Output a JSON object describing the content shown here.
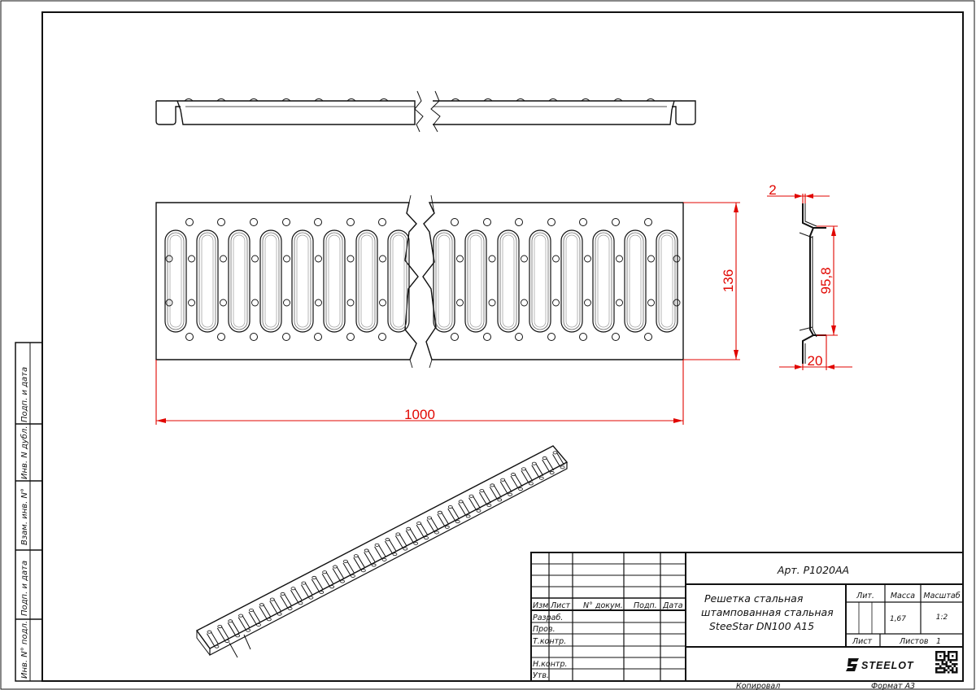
{
  "drawing": {
    "dimensions": {
      "length": "1000",
      "width": "136",
      "thickness": "2",
      "height": "95,8",
      "depth": "20"
    },
    "stamp": {
      "article": "Арт. Р1020АА",
      "title_line1": "Решетка стальная",
      "title_line2": "штампованная стальная",
      "title_line3": "SteeStar DN100 A15",
      "col_izm": "Изм",
      "col_list": "Лист",
      "col_doc": "N° докум.",
      "col_sign": "Подп.",
      "col_date": "Дата",
      "row_razrab": "Разраб.",
      "row_prov": "Пров.",
      "row_tkontr": "Т.контр.",
      "row_nkontr": "Н.контр.",
      "row_utv": "Утв.",
      "lit_label": "Лит.",
      "mass_label": "Масса",
      "scale_label": "Масштаб",
      "mass_value": "1,67",
      "scale_value": "1:2",
      "sheet_label": "Лист",
      "sheets_label": "Листов",
      "sheets_value": "1",
      "company": "STEELOT",
      "copied": "Копировал",
      "format": "Формат А3"
    },
    "side_strip": {
      "podp_data_1": "Подп. и дата",
      "inv_dubl": "Инв. N дубл.",
      "vzam_inv": "Взам. инв. N°",
      "podp_data_2": "Подп. и дата",
      "inv_podl": "Инв. N° подл."
    }
  }
}
